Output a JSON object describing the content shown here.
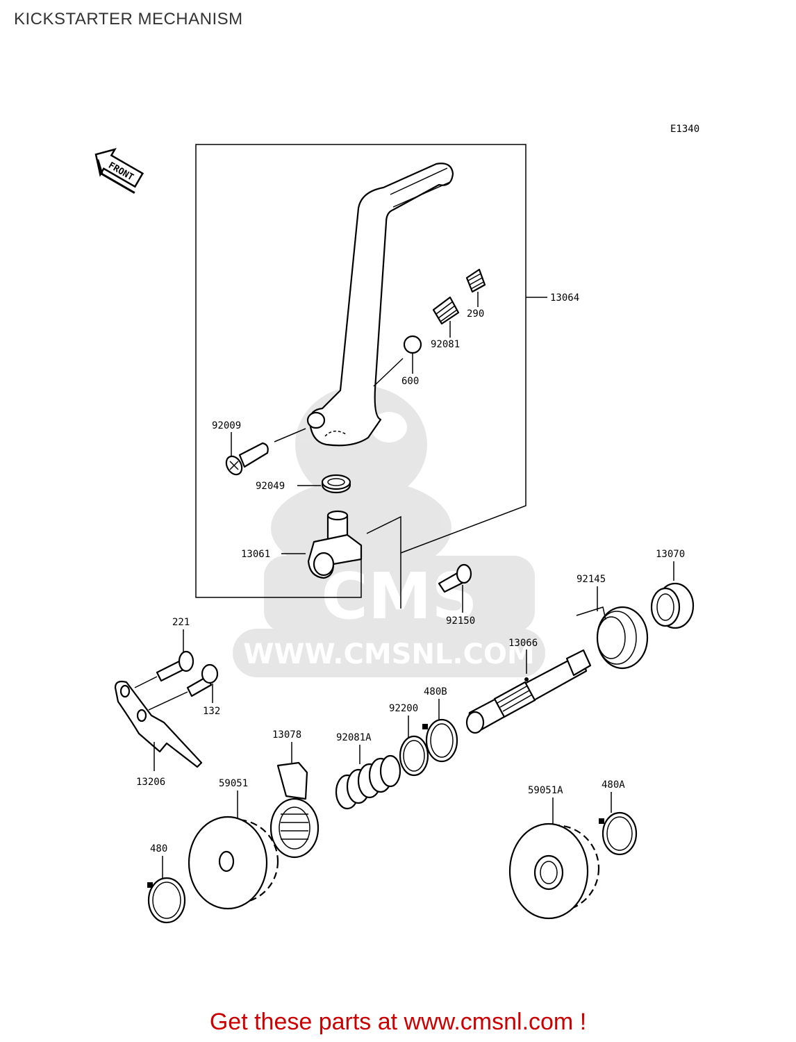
{
  "page": {
    "title": "KICKSTARTER MECHANISM"
  },
  "diagram": {
    "code": "E1340",
    "front_label": "FRONT",
    "watermark": {
      "brand": "CMS",
      "url": "WWW.CMSNL.COM"
    },
    "parts": [
      {
        "id": "13064",
        "label": "13064"
      },
      {
        "id": "290",
        "label": "290"
      },
      {
        "id": "92081",
        "label": "92081"
      },
      {
        "id": "600",
        "label": "600"
      },
      {
        "id": "92009",
        "label": "92009"
      },
      {
        "id": "92049",
        "label": "92049"
      },
      {
        "id": "13061",
        "label": "13061"
      },
      {
        "id": "92150",
        "label": "92150"
      },
      {
        "id": "13070",
        "label": "13070"
      },
      {
        "id": "92145",
        "label": "92145"
      },
      {
        "id": "221",
        "label": "221"
      },
      {
        "id": "132",
        "label": "132"
      },
      {
        "id": "13066",
        "label": "13066"
      },
      {
        "id": "480B",
        "label": "480B"
      },
      {
        "id": "92200",
        "label": "92200"
      },
      {
        "id": "13078",
        "label": "13078"
      },
      {
        "id": "92081A",
        "label": "92081A"
      },
      {
        "id": "13206",
        "label": "13206"
      },
      {
        "id": "59051",
        "label": "59051"
      },
      {
        "id": "480",
        "label": "480"
      },
      {
        "id": "59051A",
        "label": "59051A"
      },
      {
        "id": "480A",
        "label": "480A"
      }
    ]
  },
  "footer": {
    "cta": "Get these parts at www.cmsnl.com !",
    "color": "#cc0000"
  }
}
